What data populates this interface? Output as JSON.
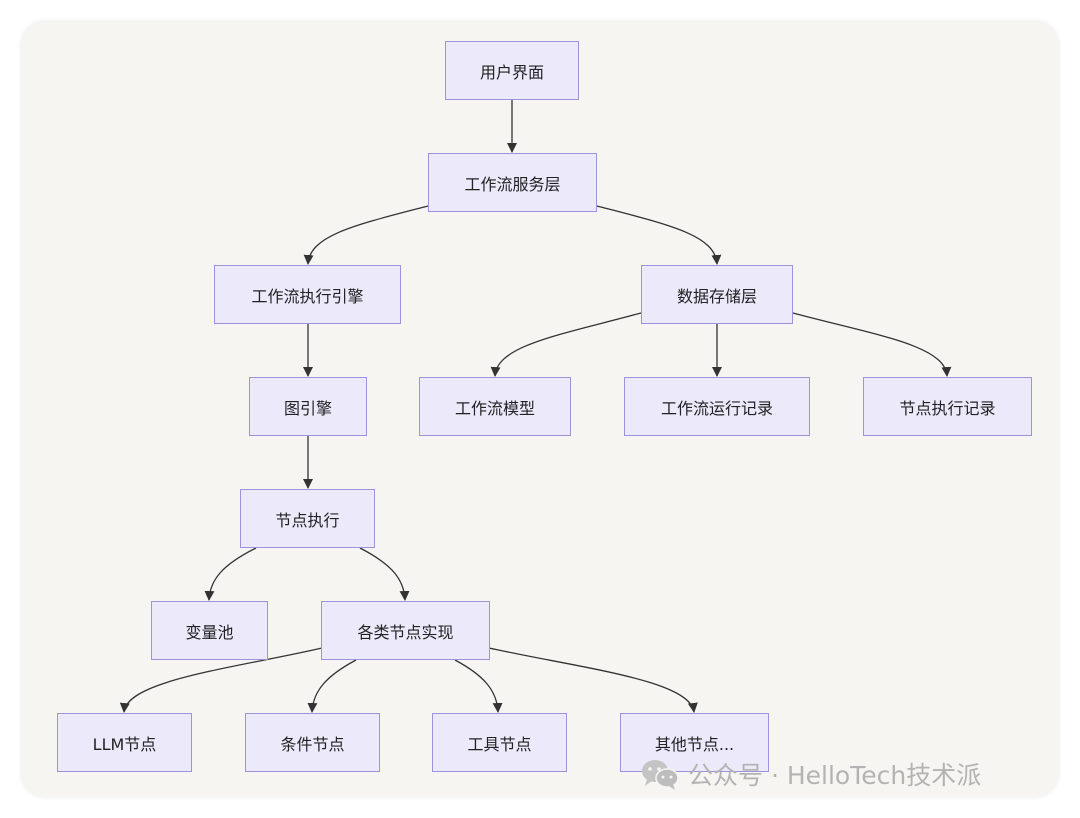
{
  "nodes": {
    "user_ui": "用户界面",
    "workflow_service": "工作流服务层",
    "workflow_engine": "工作流执行引擎",
    "data_storage": "数据存储层",
    "graph_engine": "图引擎",
    "workflow_model": "工作流模型",
    "workflow_run_record": "工作流运行记录",
    "node_exec_record": "节点执行记录",
    "node_exec": "节点执行",
    "variable_pool": "变量池",
    "node_impls": "各类节点实现",
    "llm_node": "LLM节点",
    "condition_node": "条件节点",
    "tool_node": "工具节点",
    "other_node": "其他节点..."
  },
  "edges": [
    [
      "user_ui",
      "workflow_service"
    ],
    [
      "workflow_service",
      "workflow_engine"
    ],
    [
      "workflow_service",
      "data_storage"
    ],
    [
      "workflow_engine",
      "graph_engine"
    ],
    [
      "data_storage",
      "workflow_model"
    ],
    [
      "data_storage",
      "workflow_run_record"
    ],
    [
      "data_storage",
      "node_exec_record"
    ],
    [
      "graph_engine",
      "node_exec"
    ],
    [
      "node_exec",
      "variable_pool"
    ],
    [
      "node_exec",
      "node_impls"
    ],
    [
      "node_impls",
      "llm_node"
    ],
    [
      "node_impls",
      "condition_node"
    ],
    [
      "node_impls",
      "tool_node"
    ],
    [
      "node_impls",
      "other_node"
    ]
  ],
  "watermark": "公众号 · HelloTech技术派",
  "colors": {
    "node_fill": "#ece9fb",
    "node_border": "#9d92dc",
    "edge": "#333333",
    "background": "#f6f5f2"
  }
}
